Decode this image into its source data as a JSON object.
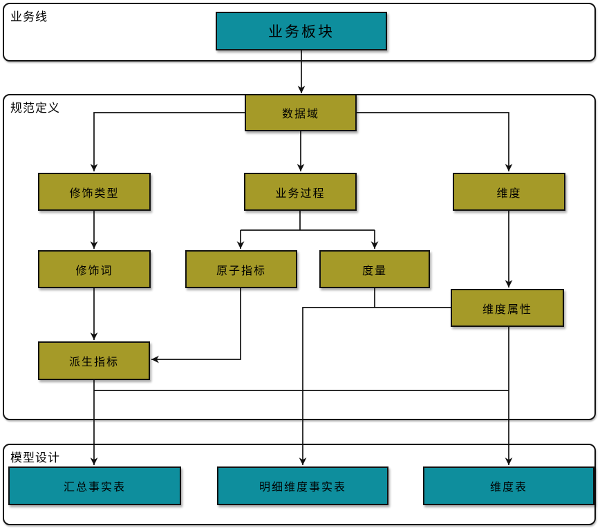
{
  "sections": {
    "business_line": {
      "label": "业务线"
    },
    "spec_definition": {
      "label": "规范定义"
    },
    "model_design": {
      "label": "模型设计"
    }
  },
  "nodes": {
    "business_sector": {
      "label": "业务板块",
      "color": "teal"
    },
    "data_domain": {
      "label": "数据域",
      "color": "olive"
    },
    "modifier_type": {
      "label": "修饰类型",
      "color": "olive"
    },
    "business_process": {
      "label": "业务过程",
      "color": "olive"
    },
    "dimension": {
      "label": "维度",
      "color": "olive"
    },
    "modifier_word": {
      "label": "修饰词",
      "color": "olive"
    },
    "atomic_indicator": {
      "label": "原子指标",
      "color": "olive"
    },
    "measure": {
      "label": "度量",
      "color": "olive"
    },
    "dimension_attribute": {
      "label": "维度属性",
      "color": "olive"
    },
    "derived_indicator": {
      "label": "派生指标",
      "color": "olive"
    },
    "summary_fact_table": {
      "label": "汇总事实表",
      "color": "teal"
    },
    "detail_dimension_fact_table": {
      "label": "明细维度事实表",
      "color": "teal"
    },
    "dimension_table": {
      "label": "维度表",
      "color": "teal"
    }
  },
  "edges": [
    {
      "from": "business_sector",
      "to": "data_domain"
    },
    {
      "from": "data_domain",
      "to": "modifier_type"
    },
    {
      "from": "data_domain",
      "to": "business_process"
    },
    {
      "from": "data_domain",
      "to": "dimension"
    },
    {
      "from": "modifier_type",
      "to": "modifier_word"
    },
    {
      "from": "business_process",
      "to": "atomic_indicator"
    },
    {
      "from": "business_process",
      "to": "measure"
    },
    {
      "from": "dimension",
      "to": "dimension_attribute"
    },
    {
      "from": "modifier_word",
      "to": "derived_indicator"
    },
    {
      "from": "atomic_indicator",
      "to": "derived_indicator"
    },
    {
      "from": "measure",
      "to": "detail_dimension_fact_table"
    },
    {
      "from": "dimension_attribute",
      "to": "detail_dimension_fact_table"
    },
    {
      "from": "derived_indicator",
      "to": "summary_fact_table"
    },
    {
      "from": "dimension_attribute",
      "to": "dimension_table"
    }
  ],
  "colors": {
    "teal": "#0E8E9D",
    "olive": "#A59A28",
    "line": "#111111",
    "border": "#111111",
    "background": "#ffffff",
    "text": "#000000"
  }
}
